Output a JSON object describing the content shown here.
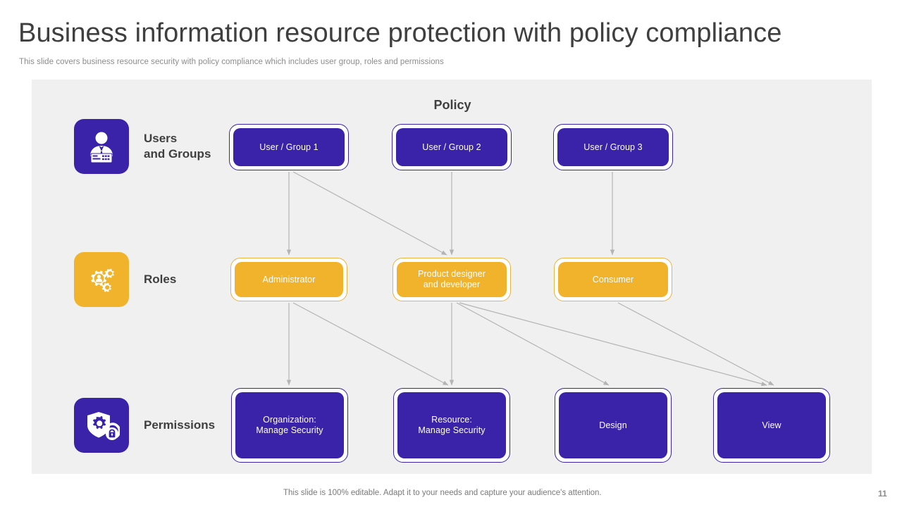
{
  "slide": {
    "title": "Business information resource protection with policy compliance",
    "subtitle": "This slide covers business resource security with policy compliance which includes user group, roles and permissions",
    "footer_note": "This slide is 100% editable. Adapt it to your needs and capture your audience's attention.",
    "page_number": "11"
  },
  "diagram": {
    "heading": "Policy",
    "colors": {
      "purple": "#3A23A8",
      "amber": "#F0B32B",
      "panel_bg": "#F0F0F0",
      "arrow": "#B2B2B2",
      "title_text": "#3F3F3F",
      "subtitle_text": "#8C8C8C"
    },
    "rows": [
      {
        "label": "Users\nand Groups",
        "label_line1": "Users",
        "label_line2": "and Groups",
        "icon": "user-id-card-icon",
        "icon_color": "#3A23A8"
      },
      {
        "label": "Roles",
        "label_line1": "Roles",
        "label_line2": "",
        "icon": "gears-user-icon",
        "icon_color": "#F0B32B"
      },
      {
        "label": "Permissions",
        "label_line1": "Permissions",
        "label_line2": "",
        "icon": "shield-gear-lock-icon",
        "icon_color": "#3A23A8"
      }
    ],
    "users": [
      {
        "id": "ug1",
        "label": "User / Group 1"
      },
      {
        "id": "ug2",
        "label": "User / Group 2"
      },
      {
        "id": "ug3",
        "label": "User / Group 3"
      }
    ],
    "roles": [
      {
        "id": "admin",
        "label": "Administrator"
      },
      {
        "id": "designer",
        "label_line1": "Product designer",
        "label_line2": "and developer"
      },
      {
        "id": "consumer",
        "label": "Consumer"
      }
    ],
    "permissions": [
      {
        "id": "org",
        "label_line1": "Organization:",
        "label_line2": "Manage Security"
      },
      {
        "id": "res",
        "label_line1": "Resource:",
        "label_line2": "Manage Security"
      },
      {
        "id": "design",
        "label_line1": "Design",
        "label_line2": ""
      },
      {
        "id": "view",
        "label_line1": "View",
        "label_line2": ""
      }
    ],
    "connections": [
      {
        "from": "ug1",
        "to": "admin"
      },
      {
        "from": "ug1",
        "to": "designer"
      },
      {
        "from": "ug2",
        "to": "designer"
      },
      {
        "from": "ug3",
        "to": "consumer"
      },
      {
        "from": "admin",
        "to": "org"
      },
      {
        "from": "admin",
        "to": "res"
      },
      {
        "from": "designer",
        "to": "res"
      },
      {
        "from": "designer",
        "to": "design"
      },
      {
        "from": "designer",
        "to": "view"
      },
      {
        "from": "consumer",
        "to": "view"
      }
    ]
  }
}
